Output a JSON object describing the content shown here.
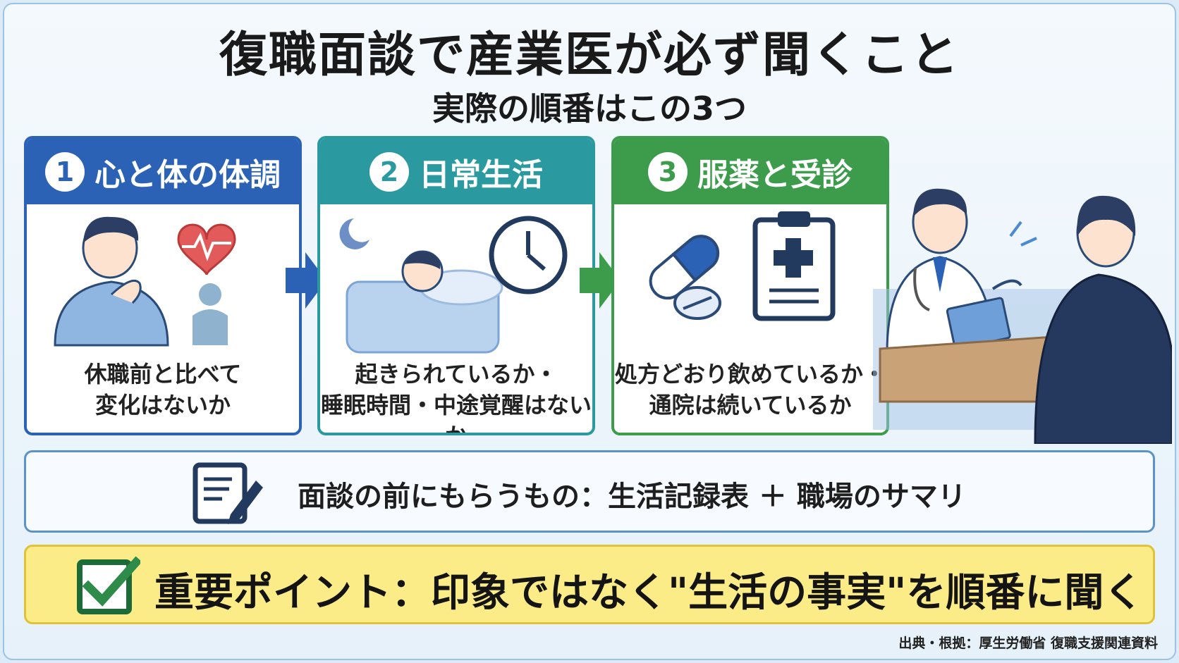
{
  "title": "復職面談で産業医が必ず聞くこと",
  "subtitle": "実際の順番はこの3つ",
  "steps": [
    {
      "number": "1",
      "heading": "心と体の体調",
      "line1": "休職前と比べて",
      "line2": "変化はないか",
      "color": "#2b62b6"
    },
    {
      "number": "2",
      "heading": "日常生活",
      "line1": "起きられているか・",
      "line2": "睡眠時間・中途覚醒はないか",
      "color": "#2a9aa0"
    },
    {
      "number": "3",
      "heading": "服薬と受診",
      "line1": "処方どおり飲めているか・",
      "line2": "通院は続いているか",
      "color": "#3c9c4c"
    }
  ],
  "note": {
    "text": "面談の前にもらうもの：生活記録表 ＋ 職場のサマリ",
    "icon": "document-pen-icon"
  },
  "point": {
    "text": "重要ポイント：印象ではなく\"生活の事実\"を順番に聞く",
    "icon": "checkbox-check-icon"
  },
  "source": "出典・根拠：厚生労働省 復職支援関連資料"
}
